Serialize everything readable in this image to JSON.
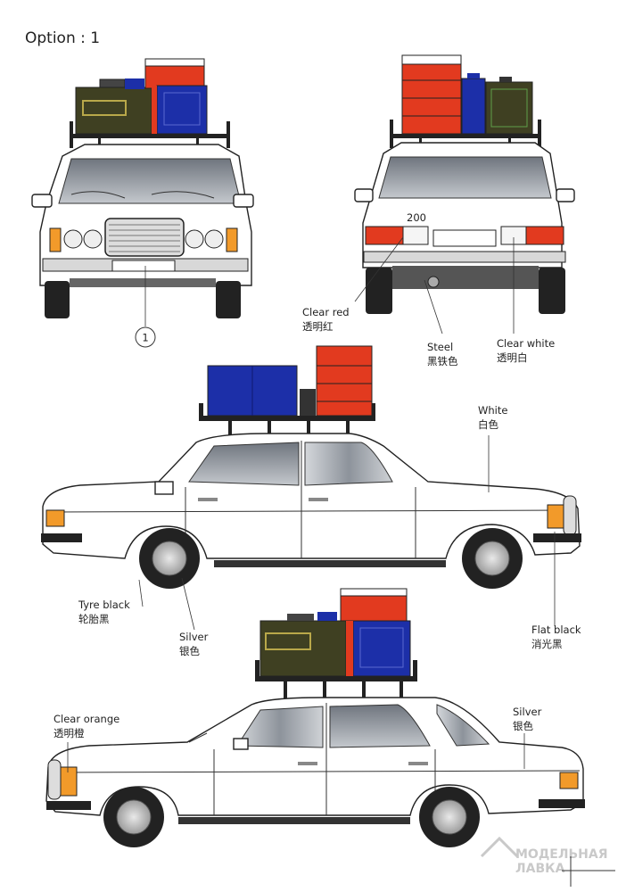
{
  "title": "Option : 1",
  "callout_number": "1",
  "colors": {
    "red": "#e23a1f",
    "blue": "#1c2fa8",
    "olive": "#3f4022",
    "orange": "#f29a2a",
    "glass": "#9aa1aa",
    "black": "#222222",
    "watermark": "#c9c9c9"
  },
  "labels": {
    "clear_red_en": "Clear red",
    "clear_red_cn": "透明红",
    "steel_en": "Steel",
    "steel_cn": "黑铁色",
    "clear_white_en": "Clear white",
    "clear_white_cn": "透明白",
    "white_en": "White",
    "white_cn": "白色",
    "tyre_black_en": "Tyre black",
    "tyre_black_cn": "轮胎黑",
    "silver1_en": "Silver",
    "silver1_cn": "银色",
    "flat_black_en": "Flat black",
    "flat_black_cn": "消光黑",
    "clear_orange_en": "Clear orange",
    "clear_orange_cn": "透明橙",
    "silver2_en": "Silver",
    "silver2_cn": "银色"
  },
  "rear_badge": "200",
  "watermark": {
    "line1": "МОДЕЛЬНАЯ",
    "line2": "ЛАВКА"
  }
}
